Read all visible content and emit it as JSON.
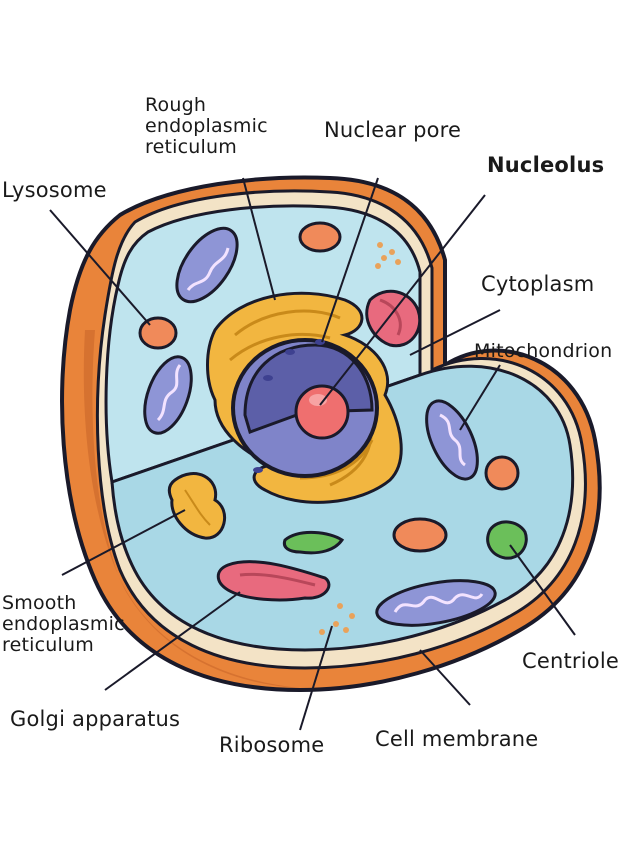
{
  "labels": {
    "rough_er": "Rough\nendoplasmic\nreticulum",
    "nuclear_pore": "Nuclear pore",
    "nucleolus": "Nucleolus",
    "lysosome": "Lysosome",
    "cytoplasm": "Cytoplasm",
    "mitochondrion": "Mitochondrion",
    "smooth_er": "Smooth\nendoplasmic\nreticulum",
    "centriole": "Centriole",
    "golgi": "Golgi apparatus",
    "ribosome": "Ribosome",
    "cell_membrane": "Cell membrane"
  },
  "colors": {
    "outer_wall": "#e9843a",
    "outer_wall_dark": "#c9652a",
    "membrane": "#f3e3c6",
    "cytoplasm": "#bfe4ee",
    "cytoplasm_floor": "#a9d8e6",
    "nucleus": "#7f84c9",
    "nucleus_dark": "#5c5fa8",
    "nucleolus": "#ef6f6f",
    "rough_er": "#f2b640",
    "golgi": "#e86a7e",
    "mitochondria": "#8e95d6",
    "lysosome": "#f08a5a",
    "centriole": "#6bbf5a",
    "outline": "#1a1a2a"
  }
}
